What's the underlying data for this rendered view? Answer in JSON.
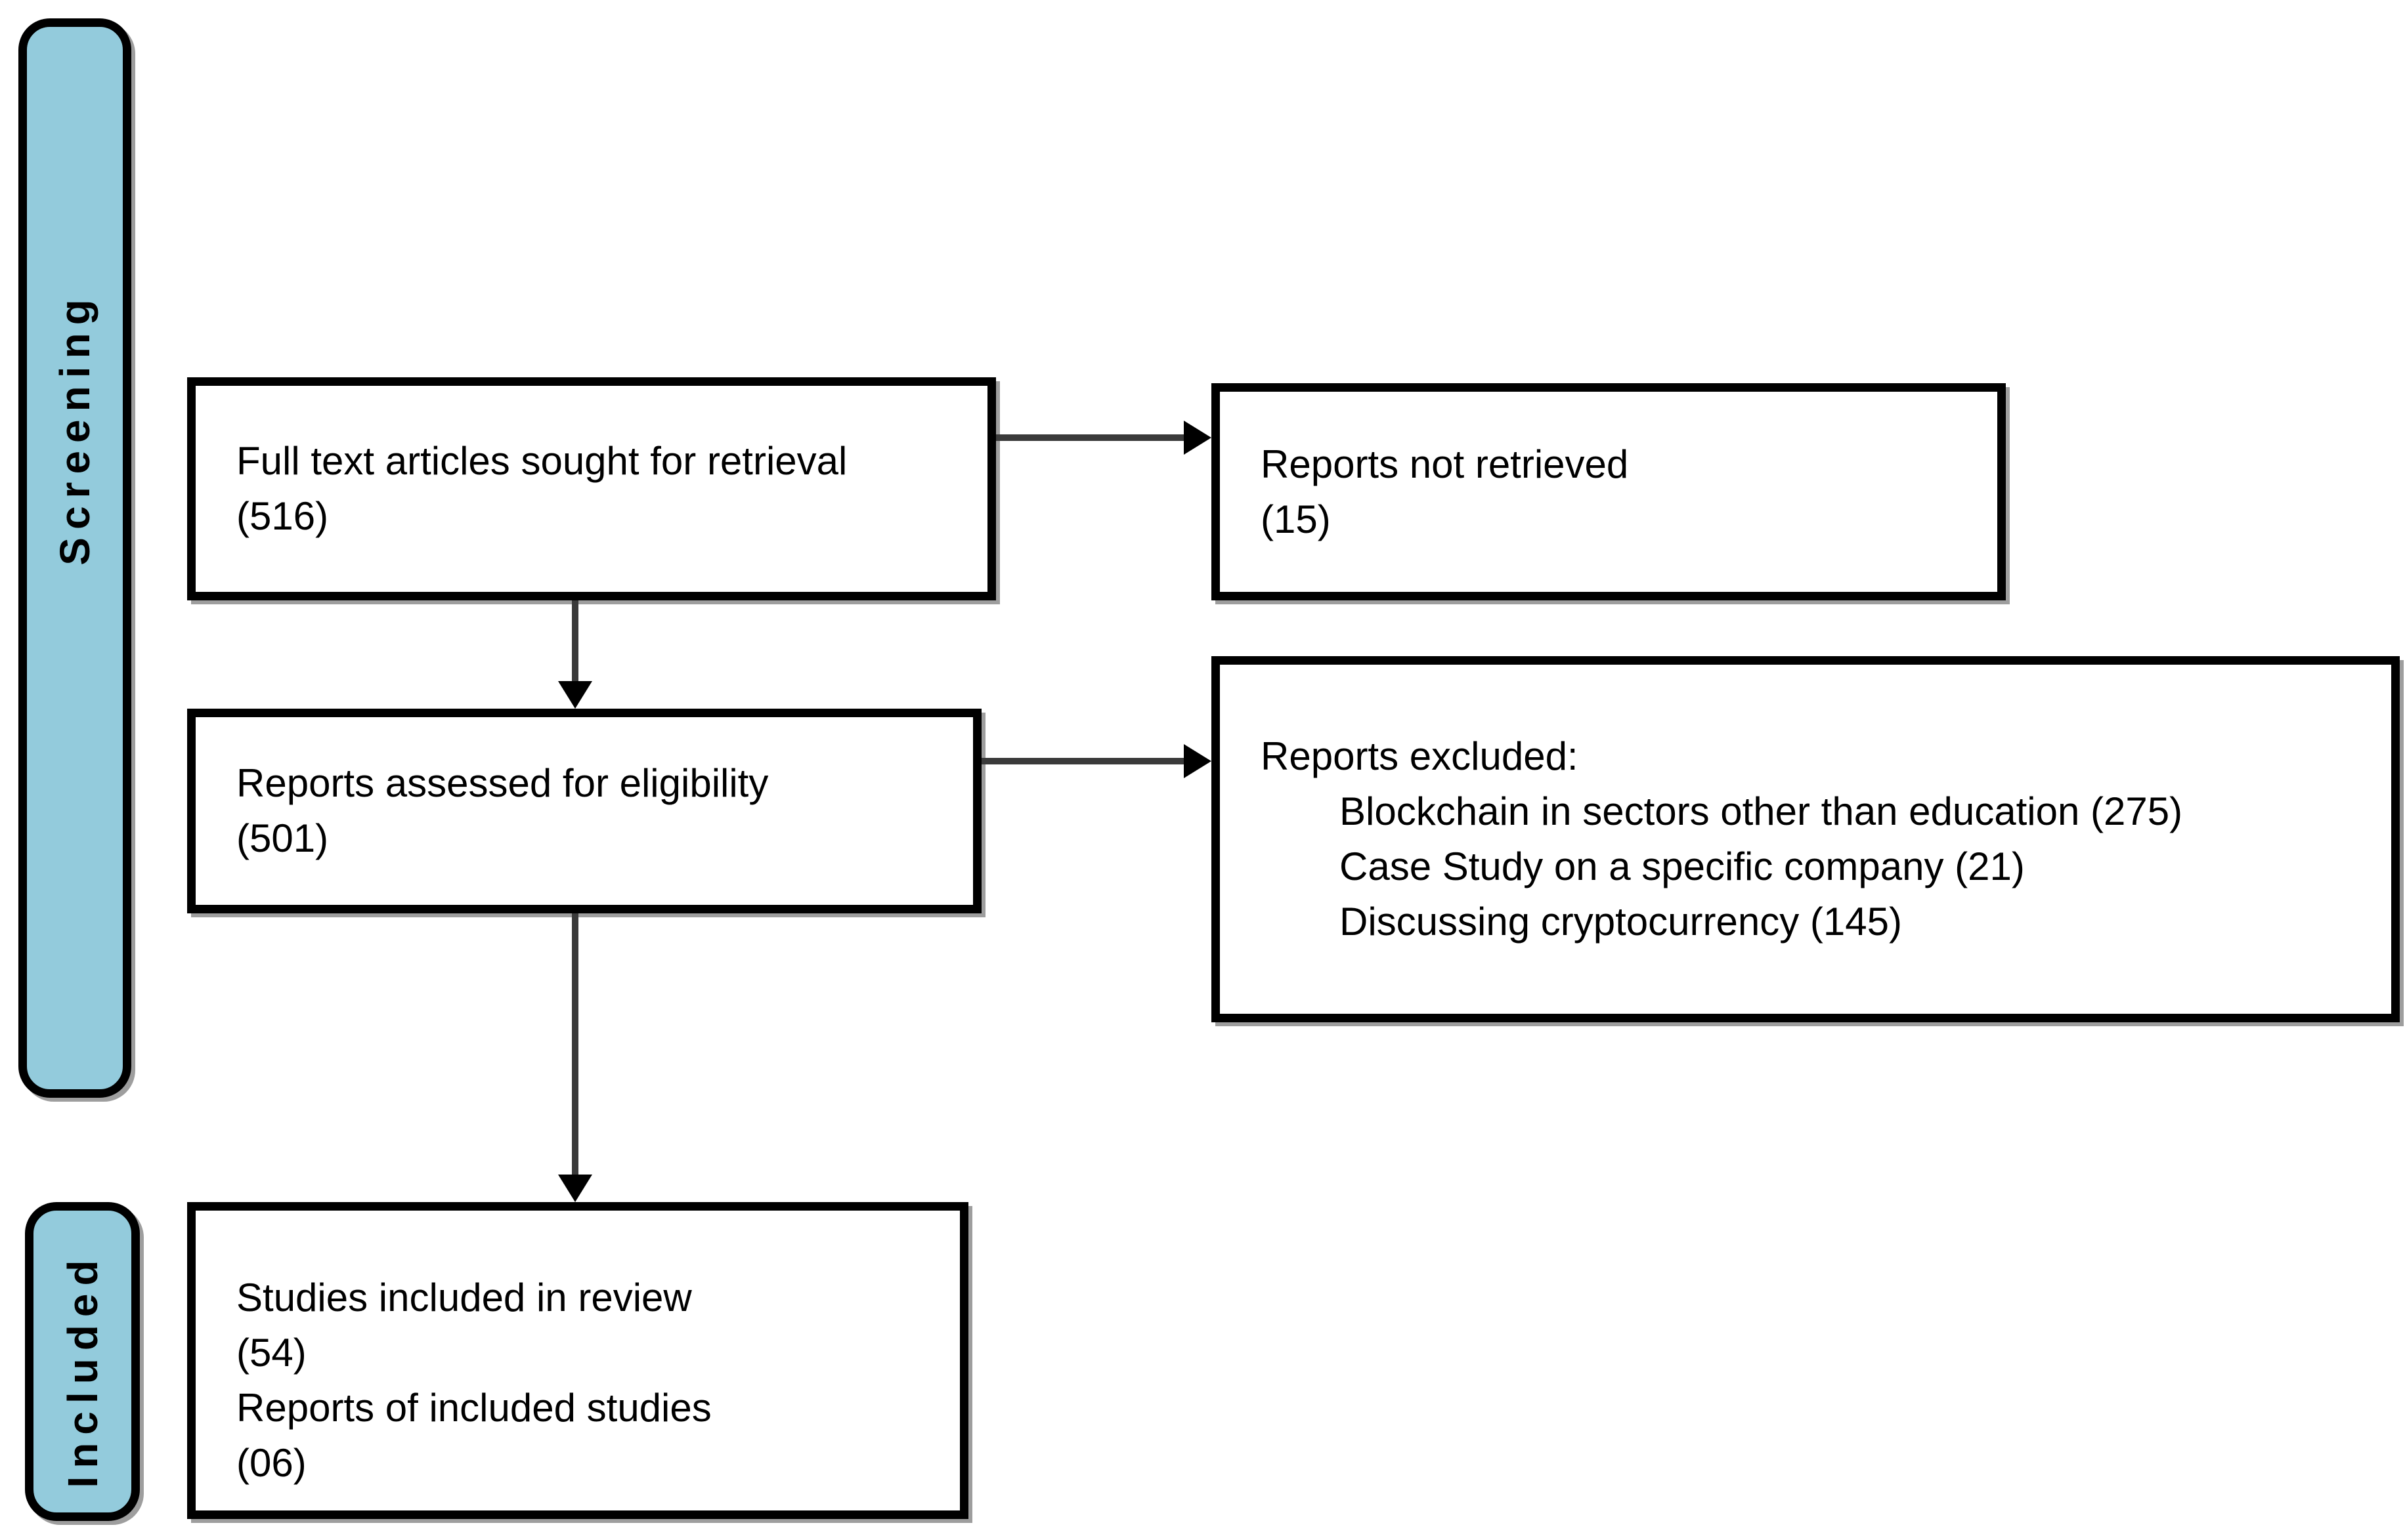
{
  "diagram": {
    "stages": [
      {
        "label": "Screening"
      },
      {
        "label": "Included"
      }
    ],
    "boxes": [
      {
        "lines": [
          "Full text articles sought for retrieval",
          "(516)"
        ]
      },
      {
        "lines": [
          "Reports not retrieved",
          "(15)"
        ]
      },
      {
        "lines": [
          "Reports assessed for eligibility",
          "(501)"
        ]
      },
      {
        "heading": "Reports excluded:",
        "items": [
          "Blockchain in sectors other than education (275)",
          "Case Study on a specific company (21)",
          "Discussing cryptocurrency (145)"
        ]
      },
      {
        "lines": [
          "Studies included in review",
          "(54)",
          "Reports of included studies",
          "(06)"
        ]
      }
    ],
    "colors": {
      "stage_fill": "#93cbdc",
      "box_border": "#000000",
      "arrow_line": "#3a3a3a",
      "shadow": "#9e9e9e",
      "background": "#ffffff"
    }
  }
}
